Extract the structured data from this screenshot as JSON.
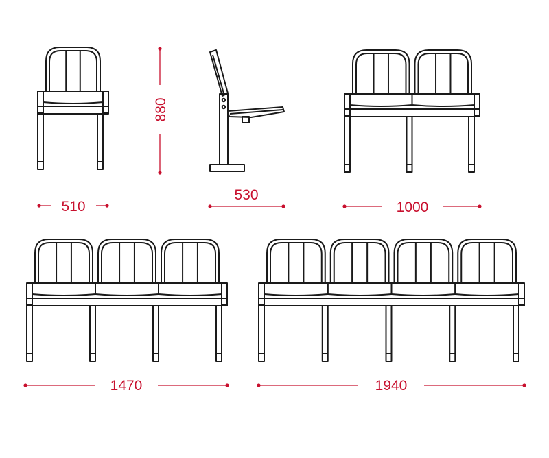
{
  "colors": {
    "line": "#1a1a1a",
    "accent": "#c8102e",
    "background": "#ffffff"
  },
  "dimensions": {
    "width_single": "510",
    "height": "880",
    "depth": "530",
    "width_double": "1000",
    "width_triple": "1470",
    "width_quad": "1940"
  }
}
